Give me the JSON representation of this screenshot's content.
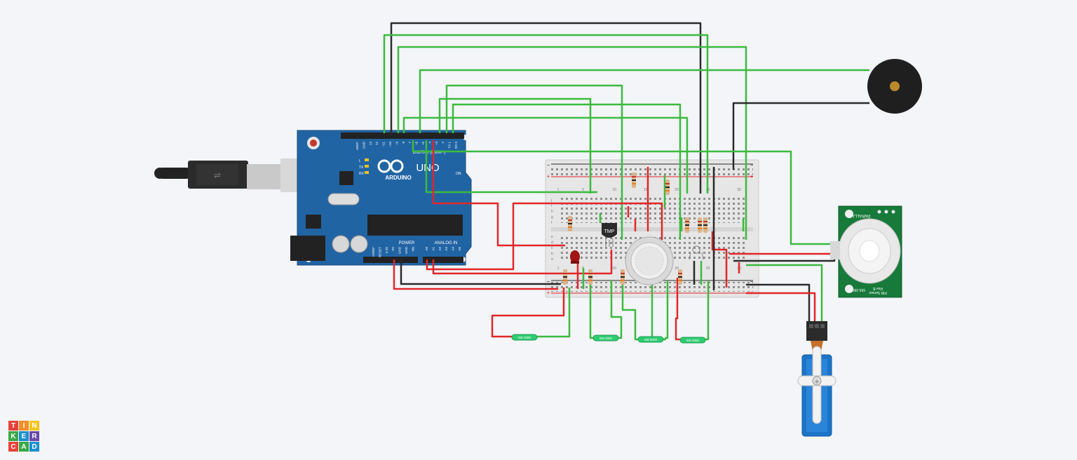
{
  "app": {
    "logo_letters": [
      "T",
      "I",
      "N",
      "K",
      "E",
      "R",
      "C",
      "A",
      "D"
    ],
    "logo_colors": [
      "#e8413a",
      "#f28d2a",
      "#f4c51b",
      "#3aa847",
      "#1b8fd0",
      "#6a4aa5",
      "#e8413a",
      "#3aa847",
      "#1b8fd0"
    ]
  },
  "colors": {
    "wire_green": "#3cba3f",
    "wire_red": "#e2262a",
    "wire_black": "#2b2b2b",
    "arduino": "#2164a4",
    "breadboard": "#e6e6e6",
    "pir": "#177a3a",
    "servo": "#1b74c8"
  },
  "arduino": {
    "brand": "ARDUINO",
    "model": "UNO",
    "digital_label": "DIGITAL (PWM~)",
    "power_label": "POWER",
    "analog_label": "ANALOG IN",
    "digital_pins": [
      "AREF",
      "GND",
      "13",
      "12",
      "~11",
      "~10",
      "~9",
      "8",
      "7",
      "~6",
      "~5",
      "4",
      "~3",
      "2",
      "TX 1",
      "RX 0"
    ],
    "power_pins": [
      "IOREF",
      "RESET",
      "3.3V",
      "5V",
      "GND",
      "GND",
      "Vin"
    ],
    "analog_pins": [
      "A0",
      "A1",
      "A2",
      "A3",
      "A4",
      "A5"
    ],
    "led_labels": [
      "L",
      "TX",
      "RX"
    ],
    "on_label": "ON"
  },
  "sensor": {
    "temp_label": "TMP"
  },
  "resistors": [
    {
      "id": "r1",
      "label": "5W 2000"
    },
    {
      "id": "r2",
      "label": "5W 2000"
    },
    {
      "id": "r3",
      "label": "5W 5000"
    },
    {
      "id": "r4",
      "label": "5W 2000"
    }
  ],
  "pir": {
    "brand": "PARALLAX",
    "title": "PIR Sensor",
    "rev": "Rev B",
    "part": "555-28027"
  },
  "breadboard": {
    "row_labels_top": [
      "j",
      "i",
      "h",
      "g",
      "f"
    ],
    "row_labels_bottom": [
      "e",
      "d",
      "c",
      "b",
      "a"
    ],
    "col_numbers": [
      "1",
      "5",
      "10",
      "15",
      "20",
      "25",
      "30"
    ]
  }
}
